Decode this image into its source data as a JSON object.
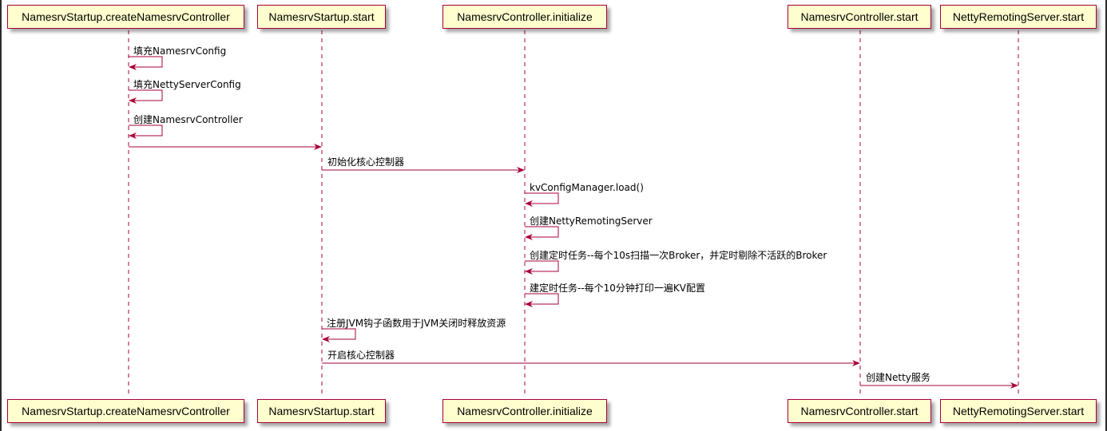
{
  "participants": [
    {
      "id": "p1",
      "name": "NamesrvStartup.createNamesrvController"
    },
    {
      "id": "p2",
      "name": "NamesrvStartup.start"
    },
    {
      "id": "p3",
      "name": "NamesrvController.initialize"
    },
    {
      "id": "p4",
      "name": "NamesrvController.start"
    },
    {
      "id": "p5",
      "name": "NettyRemotingServer.start"
    }
  ],
  "messages": [
    {
      "from": "p1",
      "to": "p1",
      "label": "填充NamesrvConfig"
    },
    {
      "from": "p1",
      "to": "p1",
      "label": "填充NettyServerConfig"
    },
    {
      "from": "p1",
      "to": "p1",
      "label": "创建NamesrvController"
    },
    {
      "from": "p1",
      "to": "p2",
      "label": ""
    },
    {
      "from": "p2",
      "to": "p3",
      "label": "初始化核心控制器"
    },
    {
      "from": "p3",
      "to": "p3",
      "label": "kvConfigManager.load()"
    },
    {
      "from": "p3",
      "to": "p3",
      "label": "创建NettyRemotingServer"
    },
    {
      "from": "p3",
      "to": "p3",
      "label": "创建定时任务--每个10s扫描一次Broker，并定时剔除不活跃的Broker"
    },
    {
      "from": "p3",
      "to": "p3",
      "label": "建定时任务--每个10分钟打印一遍KV配置"
    },
    {
      "from": "p2",
      "to": "p2",
      "label": "注册JVM钩子函数用于JVM关闭时释放资源"
    },
    {
      "from": "p2",
      "to": "p4",
      "label": "开启核心控制器"
    },
    {
      "from": "p4",
      "to": "p5",
      "label": "创建Netty服务"
    }
  ],
  "colors": {
    "line": "#A80036",
    "box_fill": "#FEFECE",
    "lifeline": "#A80036"
  }
}
